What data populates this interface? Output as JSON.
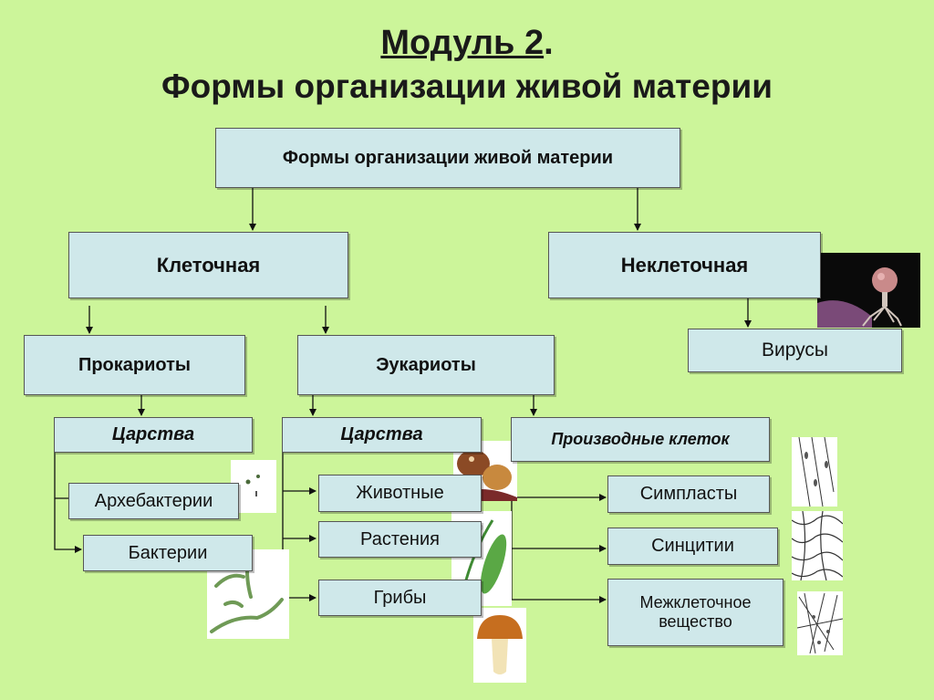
{
  "title": {
    "module": "Модуль 2",
    "module_dot": ".",
    "subtitle": "Формы организации живой материи"
  },
  "diagram": {
    "root": "Формы организации живой материи",
    "cellular": "Клеточная",
    "noncellular": "Неклеточная",
    "viruses": "Вирусы",
    "prokaryotes": "Прокариоты",
    "eukaryotes": "Эукариоты",
    "kingdoms_pro": "Царства",
    "kingdoms_eu": "Царства",
    "cell_derivatives": "Производные клеток",
    "archaebacteria": "Архебактерии",
    "bacteria": "Бактерии",
    "animals": "Животные",
    "plants": "Растения",
    "fungi": "Грибы",
    "symplasts": "Симпласты",
    "syncytia": "Синцитии",
    "intercellular": "Межклеточное вещество"
  },
  "images": [
    "virus-image",
    "archaebacteria-image",
    "bacteria-image",
    "animal-image",
    "plant-image",
    "mushroom-image",
    "symplast-image",
    "syncytium-image",
    "intercellular-image"
  ]
}
